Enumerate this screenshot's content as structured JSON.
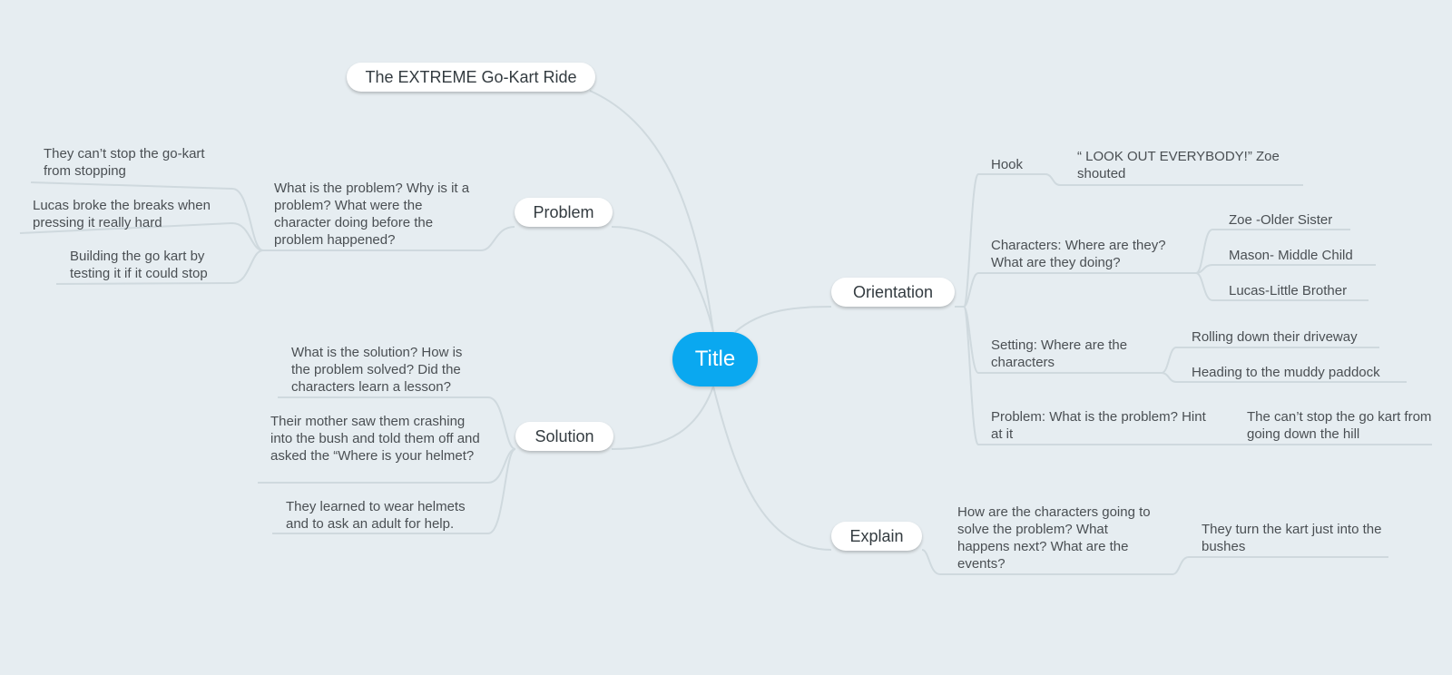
{
  "central_topic": "Title",
  "title_topic": "The EXTREME Go-Kart Ride",
  "problem": {
    "label": "Problem",
    "question": "What is the problem? Why is it a problem? What were the character doing before the problem happened?",
    "answers": [
      "They can’t stop the go-kart from stopping",
      "Lucas broke the breaks when pressing it really hard",
      "Building the go kart by testing it if it could stop"
    ]
  },
  "solution": {
    "label": "Solution",
    "question": "What is the solution? How is the problem solved? Did the characters learn a lesson?",
    "answers": [
      "Their mother saw them crashing into the bush and told them off and asked the “Where is your helmet?",
      "They learned to wear helmets and to ask an adult for help."
    ]
  },
  "orientation": {
    "label": "Orientation",
    "hook": {
      "label": "Hook",
      "detail": "“ LOOK OUT EVERYBODY!” Zoe shouted"
    },
    "characters": {
      "label": "Characters: Where are they? What are they doing?",
      "items": [
        "Zoe -Older Sister",
        "Mason- Middle Child",
        "Lucas-Little Brother"
      ]
    },
    "setting": {
      "label": "Setting: Where are the characters",
      "items": [
        "Rolling down their driveway",
        "Heading to the muddy paddock"
      ]
    },
    "problem_hint": {
      "label": "Problem: What is the problem? Hint at it",
      "detail": "The can’t stop the go kart from going down the hill"
    }
  },
  "explain": {
    "label": "Explain",
    "question": "How are the characters going to solve the problem? What happens next? What are the events?",
    "answer": "They turn the kart just into the bushes"
  }
}
